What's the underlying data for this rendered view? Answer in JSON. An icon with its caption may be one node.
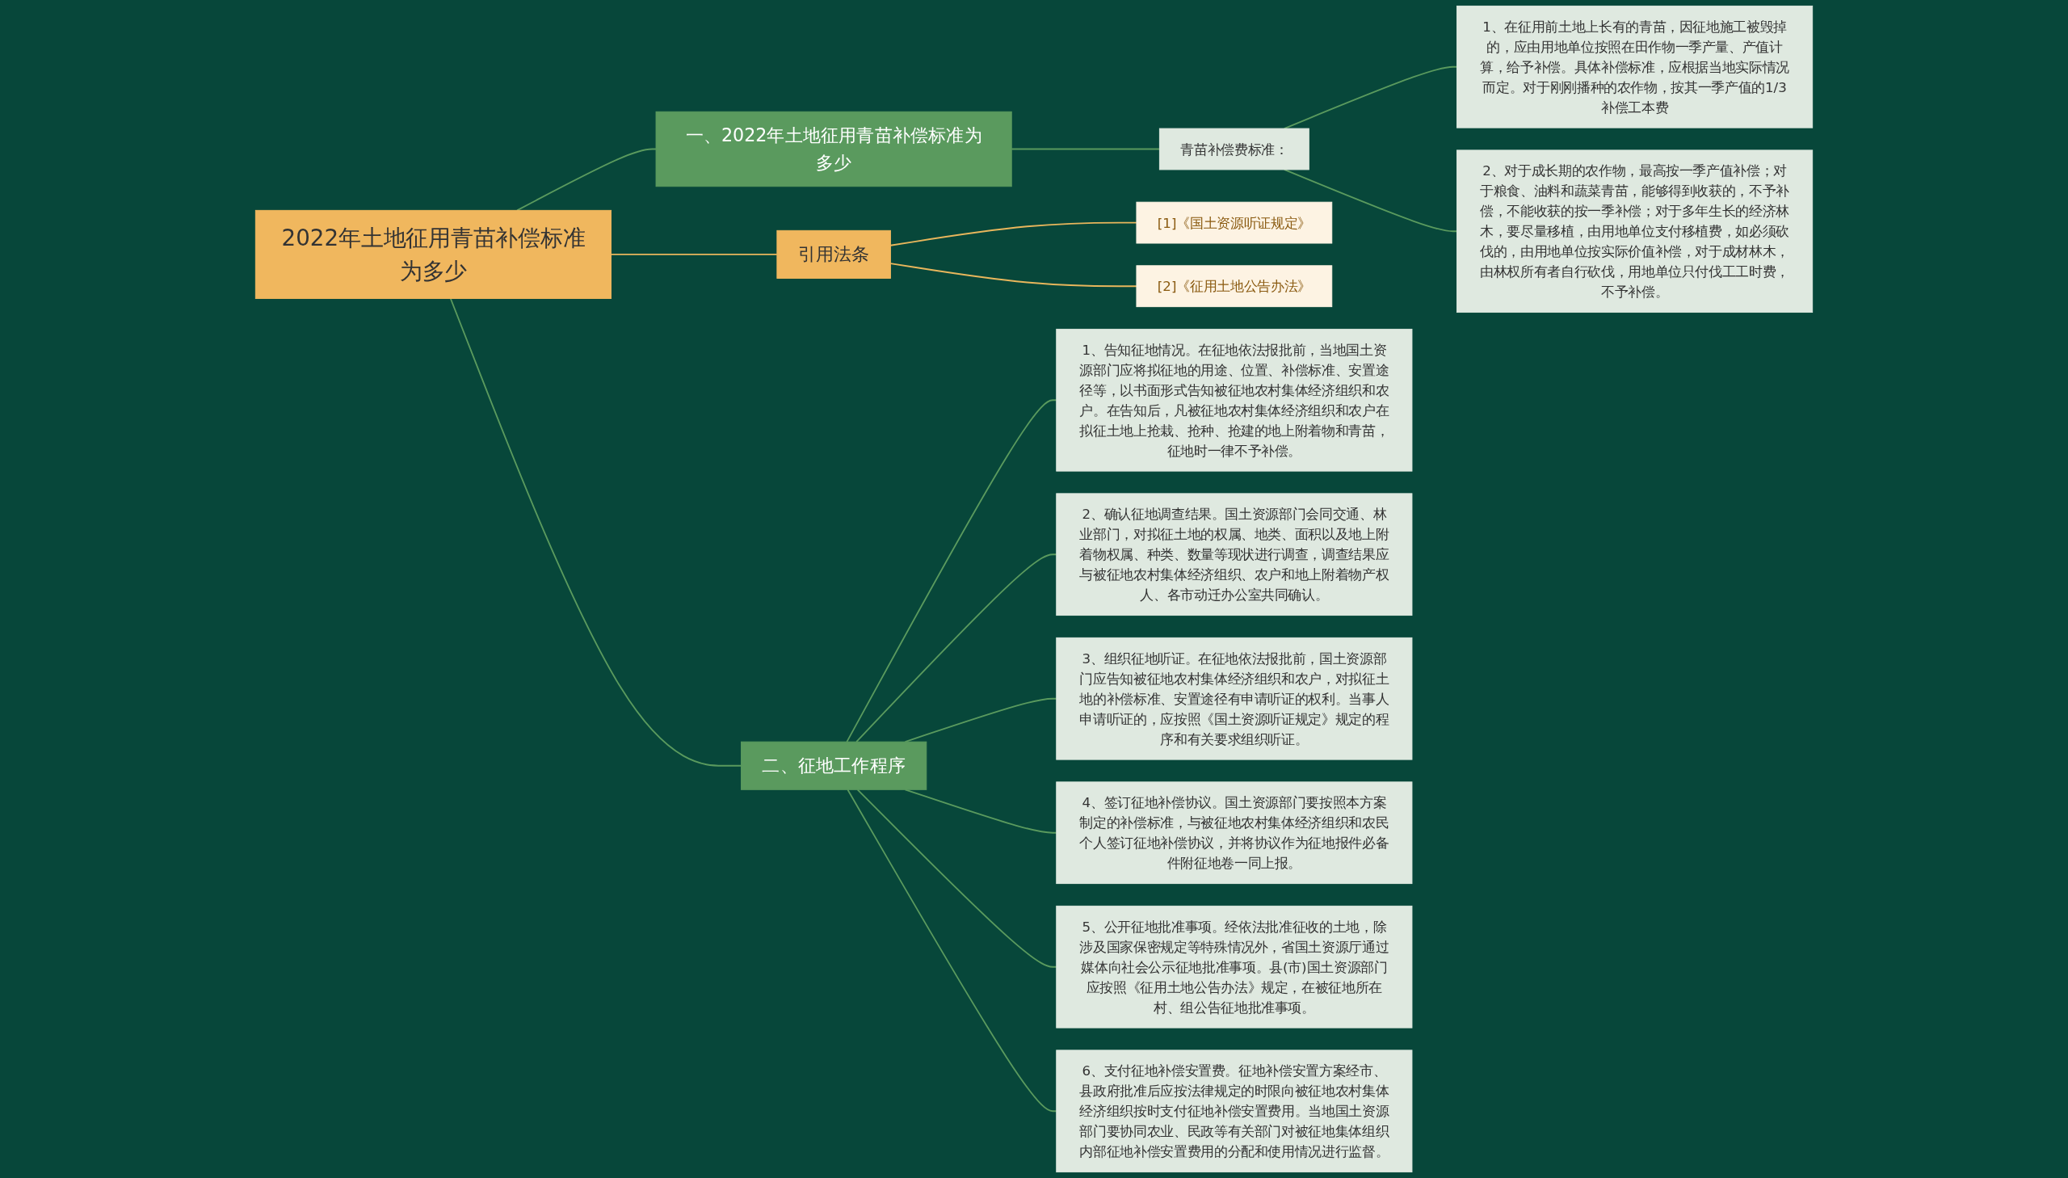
{
  "diagram": {
    "nodes": [
      {
        "text": [
          "2022年土地征用青苗补偿标准为多少"
        ]
      },
      {
        "text": [
          "一、2022年土地征用青苗补偿标准为多少"
        ]
      },
      {
        "text": [
          "青苗补偿费标准："
        ]
      },
      {
        "text": [
          "1、在征用前土地上长有的青苗，因征地施工被毁掉的，应由用地单位按照在田作物一季产量、产值计算，给予补偿。具体补偿标准，应根据当地实际情况而定。对于刚刚播种的农作物，按其一季产值的1/3补偿工本费"
        ]
      },
      {
        "text": [
          "2、对于成长期的农作物，最高按一季产值补偿；对于粮食、油料和蔬菜青苗，能够得到收获的，不予补偿，不能收获的按一季补偿；对于多年生长的经济林木，要尽量移植，由用地单位支付移植费，如必须砍伐的，由用地单位按实际价值补偿，对于成材林木，由林权所有者自行砍伐，用地单位只付伐工工时费，不予补偿。"
        ]
      },
      {
        "text": [
          "引用法条"
        ]
      },
      {
        "text": [
          "[1]《国土资源听证规定》"
        ]
      },
      {
        "text": [
          "[2]《征用土地公告办法》"
        ]
      },
      {
        "text": [
          "二、征地工作程序"
        ]
      },
      {
        "text": [
          "1、告知征地情况。在征地依法报批前，当地国土资源部门应将拟征地的用途、位置、补偿标准、安置途径等，以书面形式告知被征地农村集体经济组织和农户。在告知后，凡被征地农村集体经济组织和农户在拟征土地上抢栽、抢种、抢建的地上附着物和青苗，征地时一律不予补偿。"
        ]
      },
      {
        "text": [
          "2、确认征地调查结果。国土资源部门会同交通、林业部门，对拟征土地的权属、地类、面积以及地上附着物权属、种类、数量等现状进行调查，调查结果应与被征地农村集体经济组织、农户和地上附着物产权人、各市动迁办公室共同确认。"
        ]
      },
      {
        "text": [
          "3、组织征地听证。在征地依法报批前，国土资源部门应告知被征地农村集体经济组织和农户，对拟征土地的补偿标准、安置途径有申请听证的权利。当事人申请听证的，应按照《国土资源听证规定》规定的程序和有关要求组织听证。"
        ]
      },
      {
        "text": [
          "4、签订征地补偿协议。国土资源部门要按照本方案制定的补偿标准，与被征地农村集体经济组织和农民个人签订征地补偿协议，并将协议作为征地报件必备件附征地卷一同上报。"
        ]
      },
      {
        "text": [
          "5、公开征地批准事项。经依法批准征收的土地，除涉及国家保密规定等特殊情况外，省国土资源厅通过媒体向社会公示征地批准事项。县(市)国土资源部门应按照《征用土地公告办法》规定，在被征地所在村、组公告征地批准事项。"
        ]
      },
      {
        "text": [
          "6、支付征地补偿安置费。征地补偿安置方案经市、县政府批准后应按法律规定的时限向被征地农村集体经济组织按时支付征地补偿安置费用。当地国土资源部门要协同农业、民政等有关部门对被征地集体组织内部征地补偿安置费用的分配和使用情况进行监督。"
        ]
      }
    ],
    "edges": [
      {
        "from": 0,
        "to": 1,
        "arrow": "none"
      },
      {
        "from": 1,
        "to": 2,
        "arrow": "none"
      },
      {
        "from": 2,
        "to": 3,
        "arrow": "none"
      },
      {
        "from": 2,
        "to": 4,
        "arrow": "none"
      },
      {
        "from": 0,
        "to": 5,
        "arrow": "none",
        "color": "#e8b65c"
      },
      {
        "from": 5,
        "to": 6,
        "arrow": "none",
        "color": "#e8b65c"
      },
      {
        "from": 5,
        "to": 7,
        "arrow": "none",
        "color": "#e8b65c"
      },
      {
        "from": 0,
        "to": 8,
        "arrow": "none"
      },
      {
        "from": 8,
        "to": 9,
        "arrow": "none"
      },
      {
        "from": 8,
        "to": 10,
        "arrow": "none"
      },
      {
        "from": 8,
        "to": 11,
        "arrow": "none"
      },
      {
        "from": 8,
        "to": 12,
        "arrow": "none"
      },
      {
        "from": 8,
        "to": 13,
        "arrow": "none"
      },
      {
        "from": 8,
        "to": 14,
        "arrow": "none"
      }
    ]
  }
}
